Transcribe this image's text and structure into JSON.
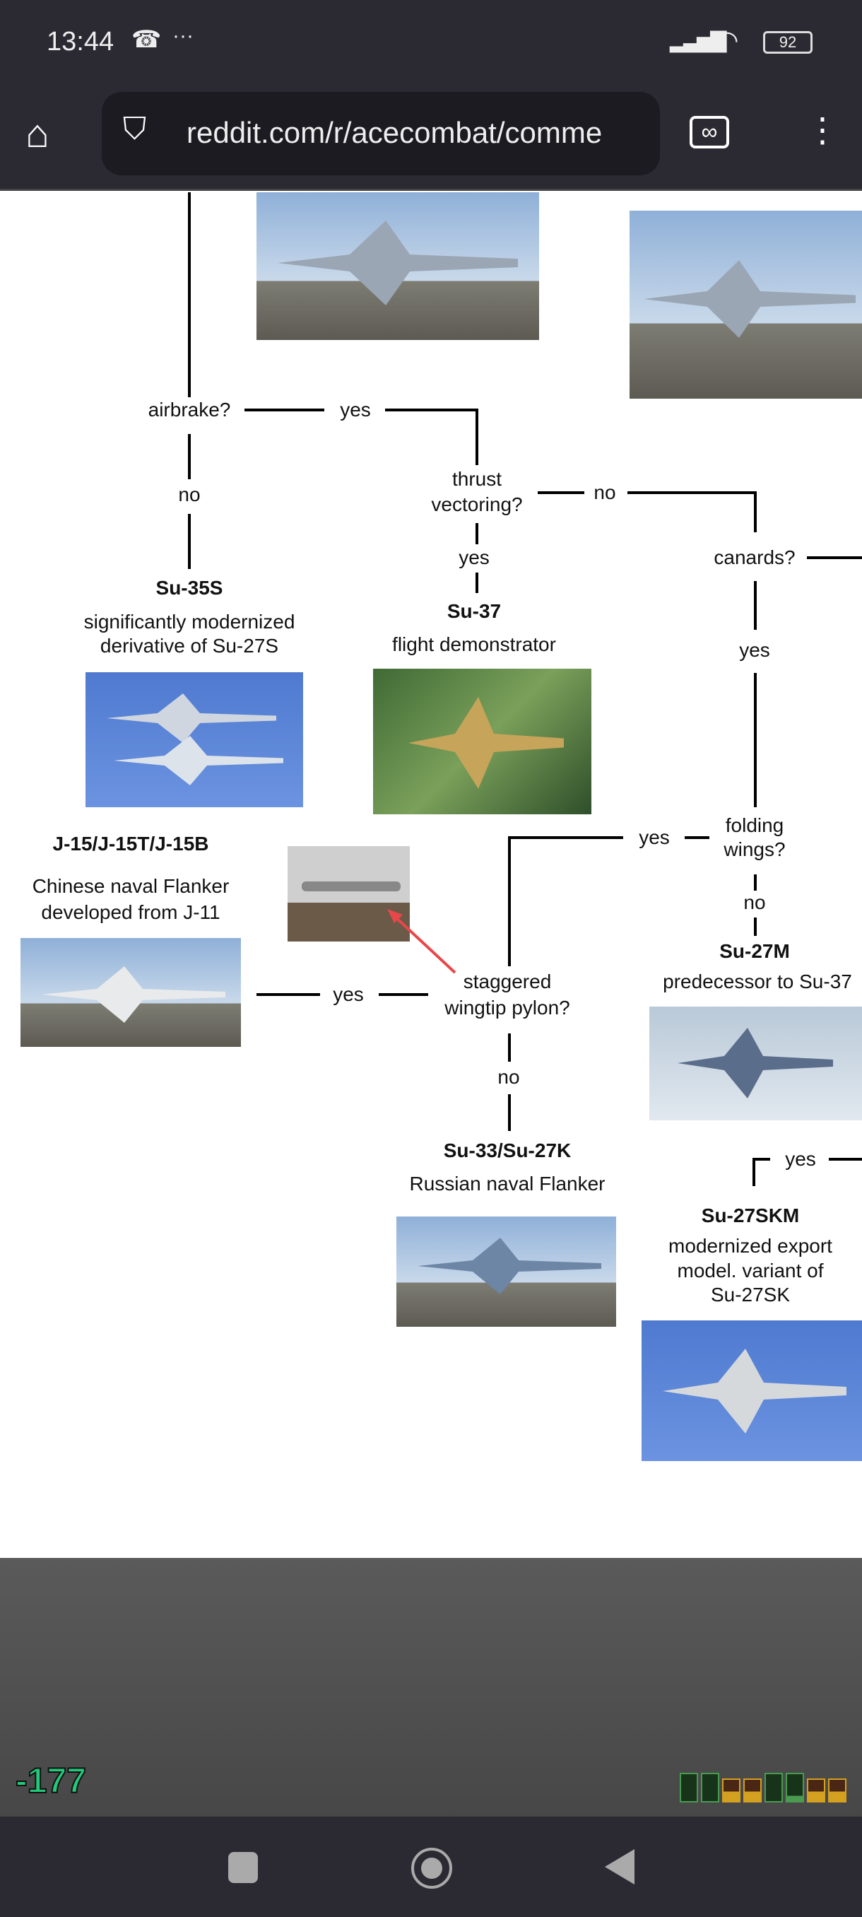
{
  "status_bar": {
    "time": "13:44",
    "battery": "92"
  },
  "browser": {
    "url": "reddit.com/r/acecombat/comme"
  },
  "flowchart": {
    "airbrake_q": "airbrake?",
    "airbrake_yes": "yes",
    "airbrake_no": "no",
    "su35s_title": "Su-35S",
    "su35s_desc1": "significantly modernized",
    "su35s_desc2": "derivative of Su-27S",
    "tv_q1": "thrust",
    "tv_q2": "vectoring?",
    "tv_no": "no",
    "tv_yes": "yes",
    "su37_title": "Su-37",
    "su37_desc": "flight demonstrator",
    "canards_q": "canards?",
    "canards_yes": "yes",
    "folding_q1": "folding",
    "folding_q2": "wings?",
    "folding_yes": "yes",
    "folding_no": "no",
    "su27m_title": "Su-27M",
    "su27m_desc": "predecessor to Su-37",
    "j15_title": "J-15/J-15T/J-15B",
    "j15_desc1": "Chinese naval Flanker",
    "j15_desc2": "developed from J-11",
    "pylon_q1": "staggered",
    "pylon_q2": "wingtip pylon?",
    "pylon_yes": "yes",
    "pylon_no": "no",
    "su33_title": "Su-33/Su-27K",
    "su33_desc": "Russian naval Flanker",
    "skm_yes": "yes",
    "su27skm_title": "Su-27SKM",
    "su27skm_desc1": "modernized export",
    "su27skm_desc2": "model. variant of",
    "su27skm_desc3": "Su-27SK"
  },
  "overlay": {
    "score": "-177"
  },
  "colors": {
    "bar": "#2b2a33",
    "score": "#22c97a",
    "arrow": "#e8474a"
  }
}
